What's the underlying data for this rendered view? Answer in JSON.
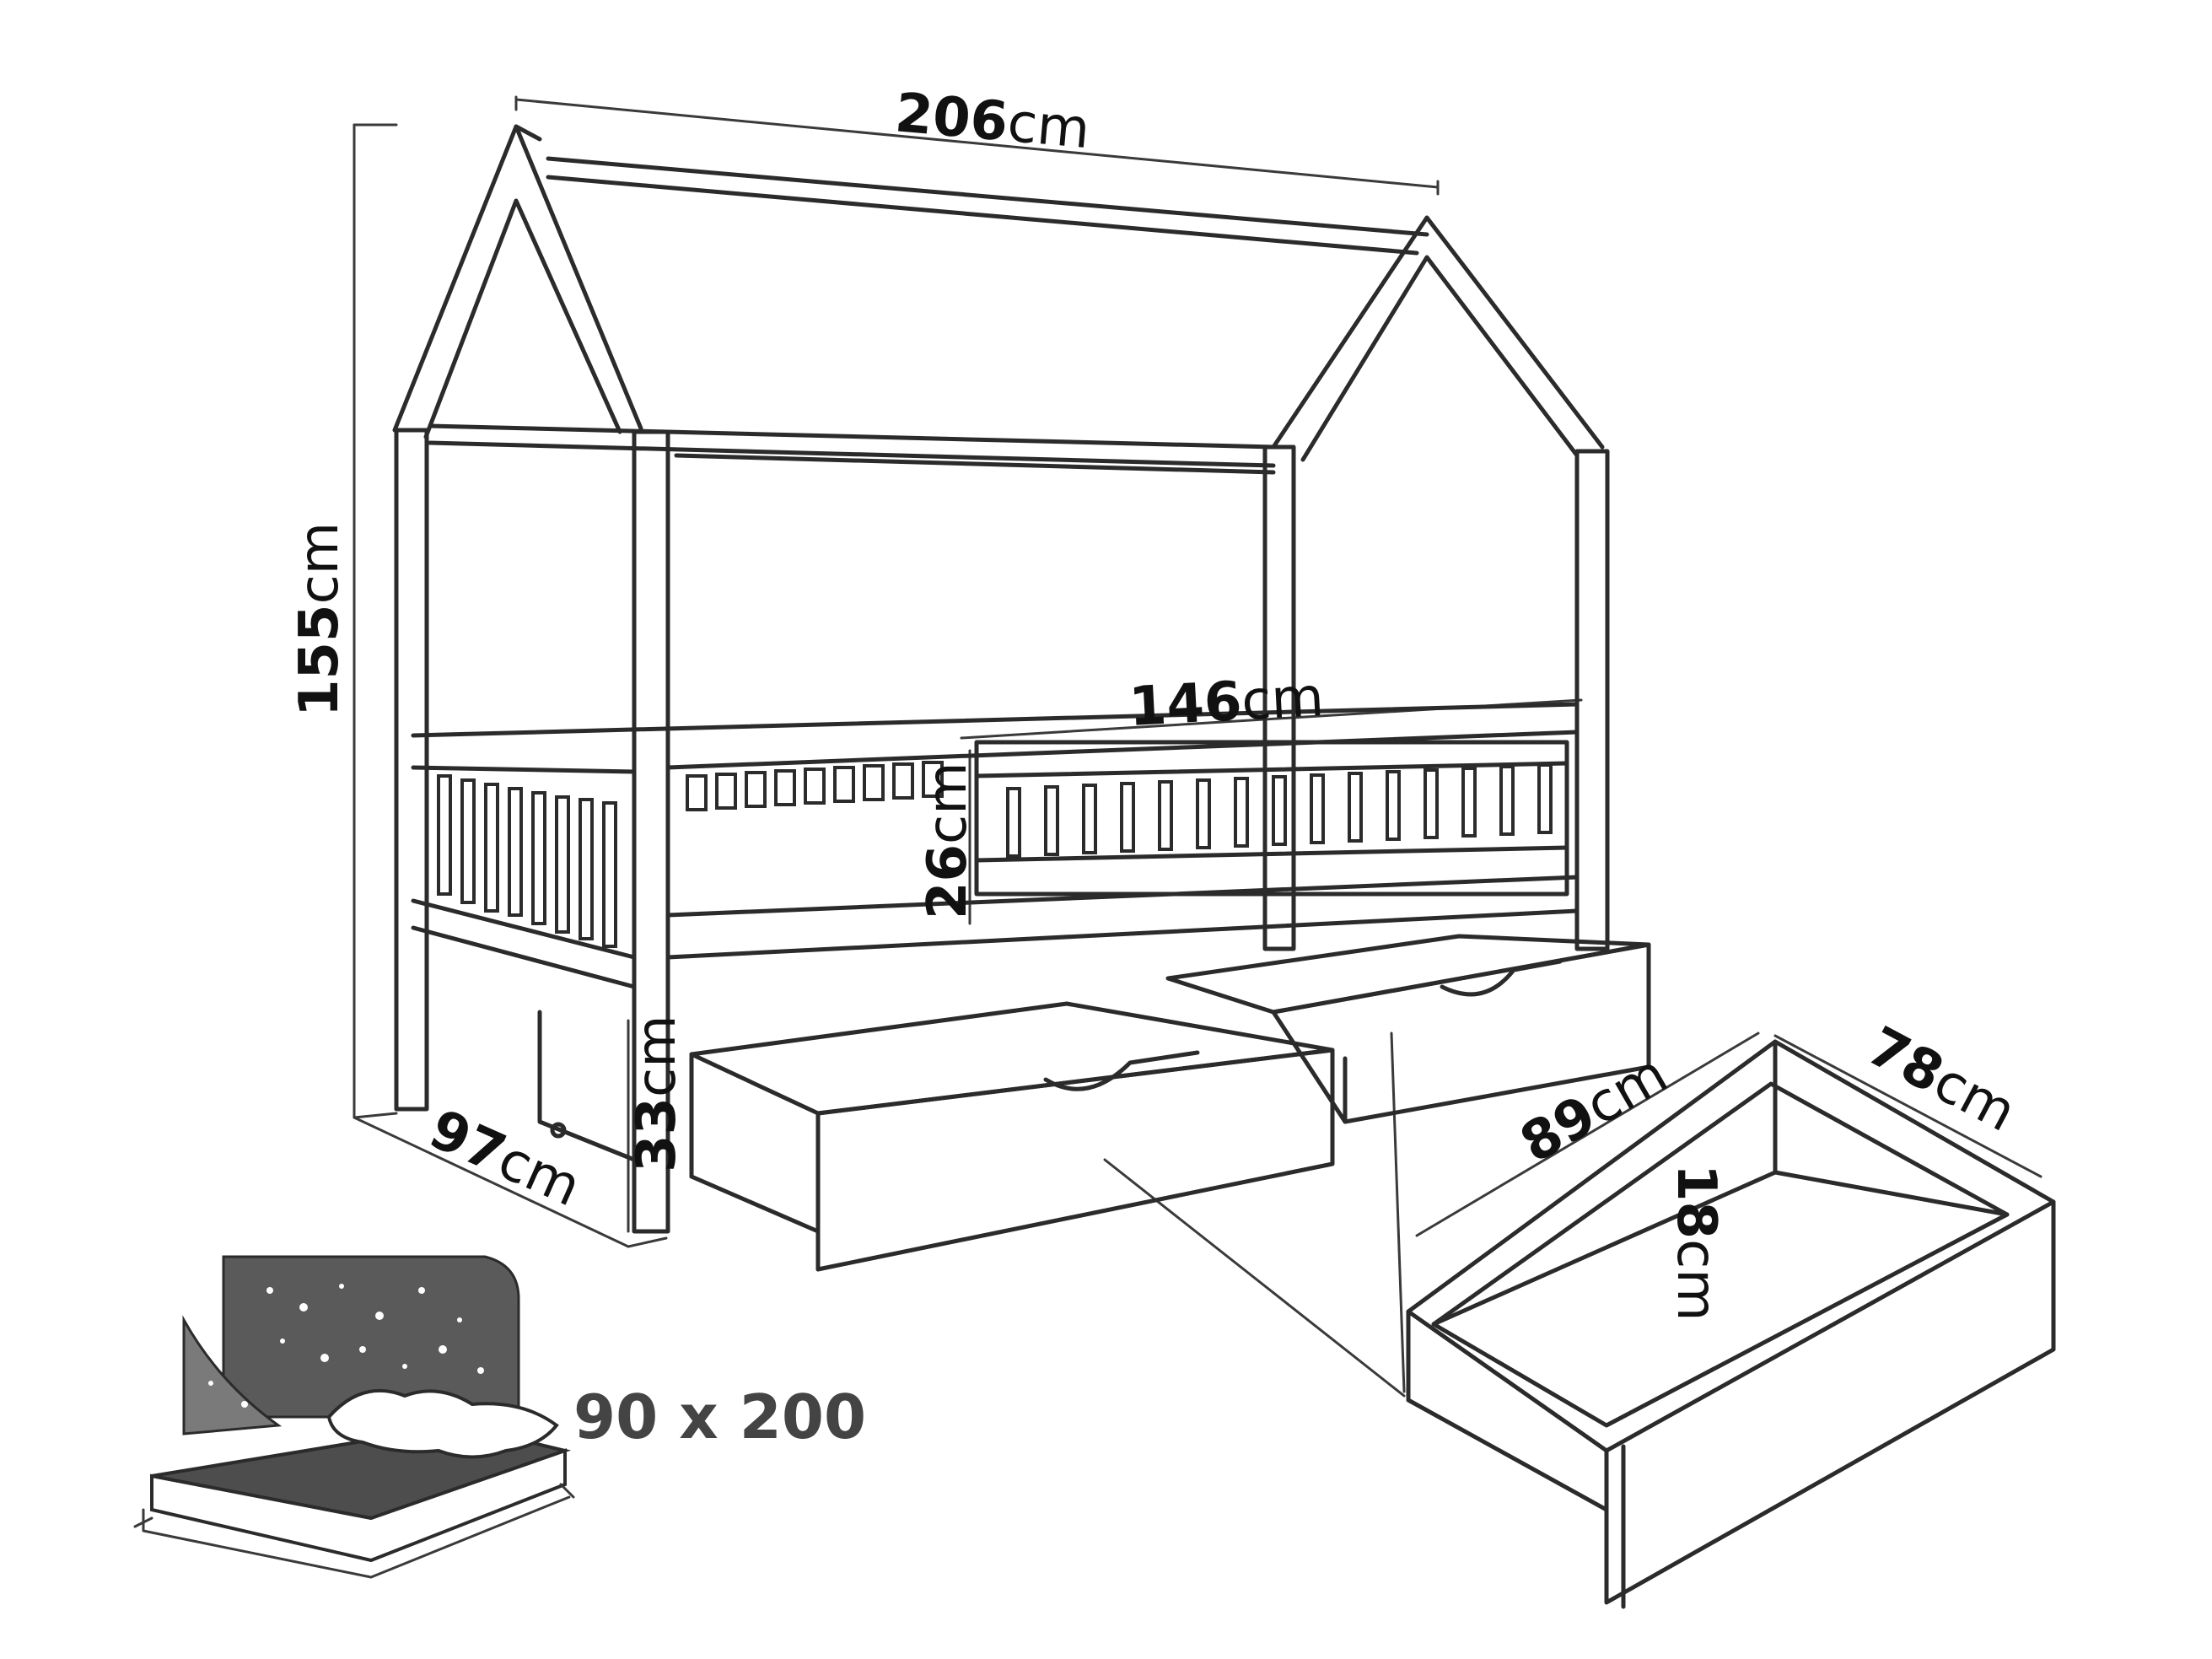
{
  "dimensions": {
    "length": {
      "value": "206",
      "unit": "cm"
    },
    "height": {
      "value": "155",
      "unit": "cm"
    },
    "inner_length": {
      "value": "146",
      "unit": "cm"
    },
    "rail_height": {
      "value": "26",
      "unit": "cm"
    },
    "depth": {
      "value": "97",
      "unit": "cm"
    },
    "leg_height": {
      "value": "33",
      "unit": "cm"
    },
    "drawer_length": {
      "value": "89",
      "unit": "cm"
    },
    "drawer_width": {
      "value": "78",
      "unit": "cm"
    },
    "drawer_height": {
      "value": "18",
      "unit": "cm"
    }
  },
  "mattress": {
    "size_label": "90 x 200"
  },
  "colors": {
    "line": "#2b2b2b",
    "headboard_fill": "#5a5a5a",
    "mattress_top": "#4d4d4d",
    "label_gray": "#444444"
  }
}
